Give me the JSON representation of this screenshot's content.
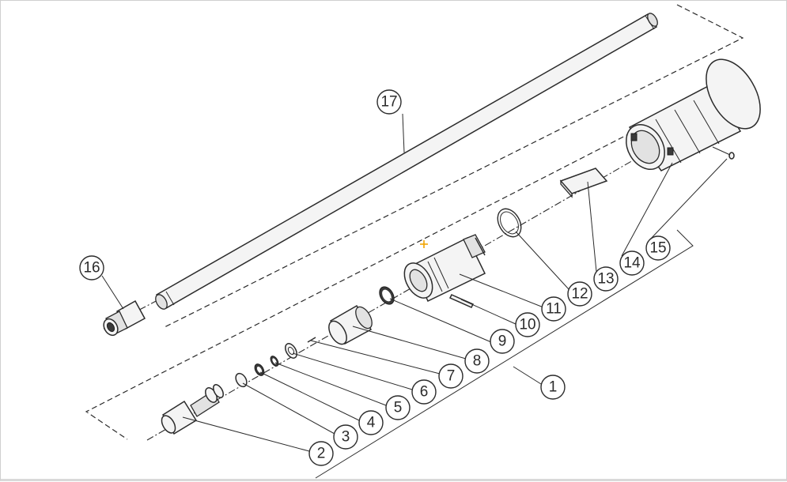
{
  "callouts": [
    {
      "label": "1"
    },
    {
      "label": "2"
    },
    {
      "label": "3"
    },
    {
      "label": "4"
    },
    {
      "label": "5"
    },
    {
      "label": "6"
    },
    {
      "label": "7"
    },
    {
      "label": "8"
    },
    {
      "label": "9"
    },
    {
      "label": "10"
    },
    {
      "label": "11"
    },
    {
      "label": "12"
    },
    {
      "label": "13"
    },
    {
      "label": "14"
    },
    {
      "label": "15"
    },
    {
      "label": "16"
    },
    {
      "label": "17"
    }
  ],
  "colors": {
    "line": "#2b2b2b",
    "background": "#ffffff",
    "cursor": "#f2a300"
  },
  "icons": {
    "cursor": "crosshair-cursor-icon"
  }
}
